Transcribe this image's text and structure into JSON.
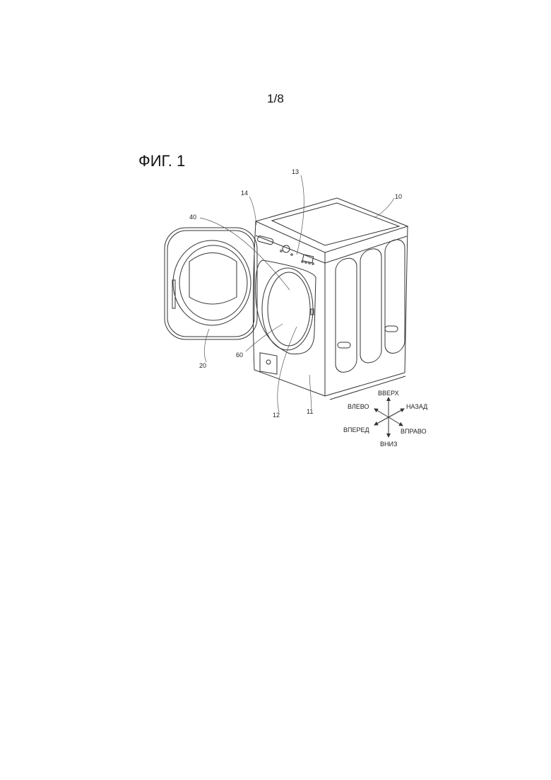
{
  "page": {
    "number": "1/8"
  },
  "figure": {
    "title": "ФИГ. 1",
    "reference_labels": {
      "r10": "10",
      "r11": "11",
      "r12": "12",
      "r13": "13",
      "r14": "14",
      "r20": "20",
      "r40": "40",
      "r60": "60"
    },
    "directions": {
      "up": "ВВЕРХ",
      "down": "ВНИЗ",
      "left": "ВЛЕВО",
      "right": "ВПРАВО",
      "front": "ВПЕРЕД",
      "back": "НАЗАД"
    }
  }
}
